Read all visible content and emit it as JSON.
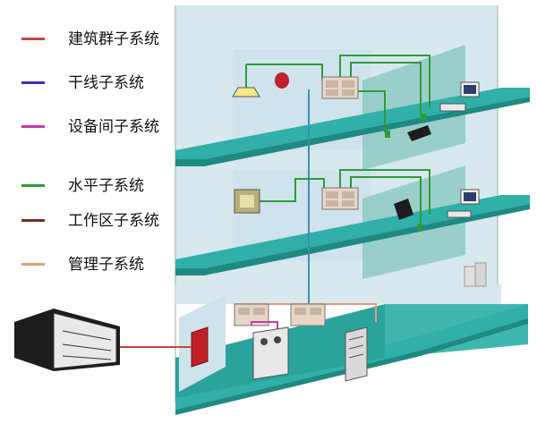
{
  "legend": [
    {
      "label": "建筑群子系统",
      "color": "#c8453a"
    },
    {
      "label": "干线子系统",
      "color": "#3b2fb8"
    },
    {
      "label": "设备间子系统",
      "color": "#c83aa8"
    },
    {
      "label": "水平子系统",
      "color": "#2f9b3a"
    },
    {
      "label": "工作区子系统",
      "color": "#7a2a22"
    },
    {
      "label": "管理子系统",
      "color": "#e89a7a"
    }
  ],
  "colors": {
    "floor_top": "#30b0a8",
    "floor_front": "#1e8a82",
    "room_wall": "#c9dde8",
    "room_wall_light": "#e3eef3",
    "partition": "#8fc9c3",
    "cable_campus": "#c8453a",
    "cable_backbone": "#3d8fb0",
    "cable_equipment": "#c83aa8",
    "cable_horizontal": "#2f9b3a",
    "cable_work_area": "#7a2a22",
    "cable_admin": "#e89a7a"
  },
  "icons": [
    "lamp-icon",
    "alarm-icon",
    "patch-panel-icon",
    "computer-workstation-icon",
    "phone-icon",
    "video-camera-icon",
    "server-cabinet-icon",
    "pbx-switch-icon",
    "campus-building-icon",
    "entrance-panel-icon",
    "outlet-icon"
  ]
}
